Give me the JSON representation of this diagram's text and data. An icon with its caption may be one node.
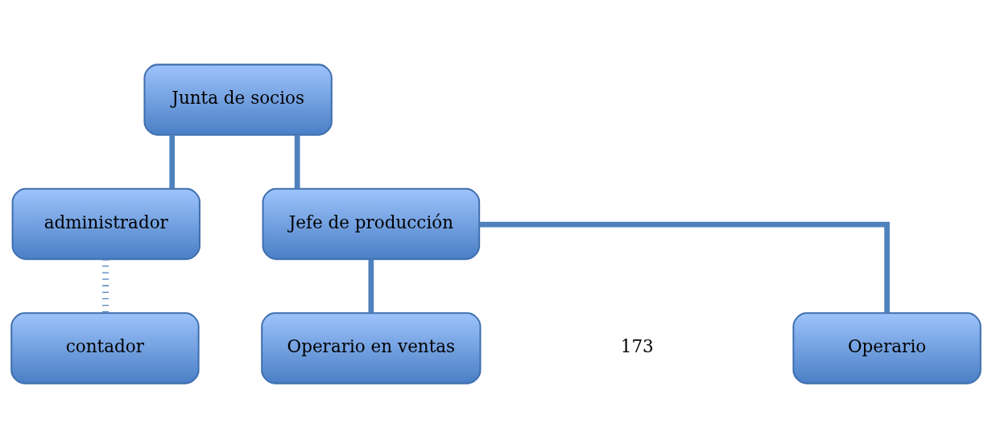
{
  "diagram": {
    "nodes": [
      {
        "text": [
          "Junta de socios"
        ]
      },
      {
        "text": [
          "administrador"
        ]
      },
      {
        "text": [
          "Jefe de producción"
        ]
      },
      {
        "text": [
          "contador"
        ]
      },
      {
        "text": [
          "Operario"
        ]
      },
      {
        "text": [
          "Operario en ventas"
        ]
      }
    ],
    "edges": [
      {
        "from": 0,
        "to": 1,
        "arrow": "none"
      },
      {
        "from": 0,
        "to": 2,
        "arrow": "none"
      },
      {
        "from": 1,
        "to": 3,
        "arrow": "none",
        "style": "dashed"
      },
      {
        "from": 2,
        "to": 4,
        "arrow": "none"
      },
      {
        "from": 2,
        "to": 5,
        "arrow": "none"
      }
    ],
    "labels": [
      "173"
    ]
  }
}
